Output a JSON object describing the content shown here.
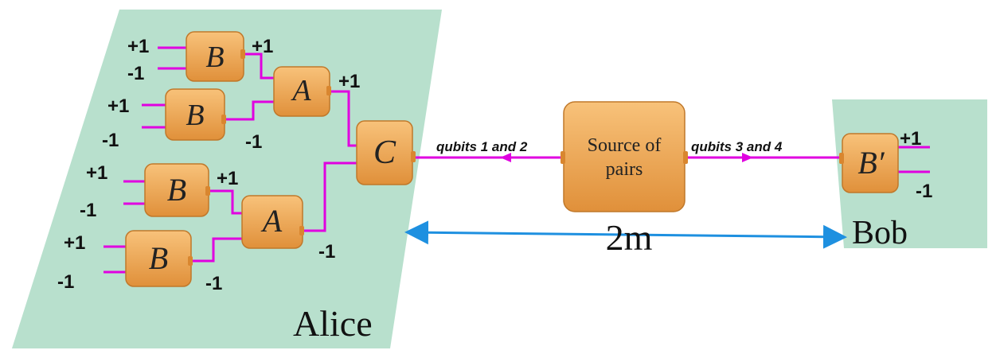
{
  "boxes": {
    "b_label": "B",
    "a_label": "A",
    "c_label": "C",
    "bprime_label": "B′",
    "source_line1": "Source of",
    "source_line2": "pairs"
  },
  "outputs": {
    "plus": "+1",
    "minus": "-1"
  },
  "links": {
    "left_label": "qubits 1 and 2",
    "right_label": "qubits 3 and 4"
  },
  "distance": "2m",
  "parties": {
    "alice": "Alice",
    "bob": "Bob"
  },
  "colors": {
    "panel": "#b8e0cd",
    "box_face": "#f0a84e",
    "wire": "#e000e0",
    "arrow": "#1e90e0"
  }
}
